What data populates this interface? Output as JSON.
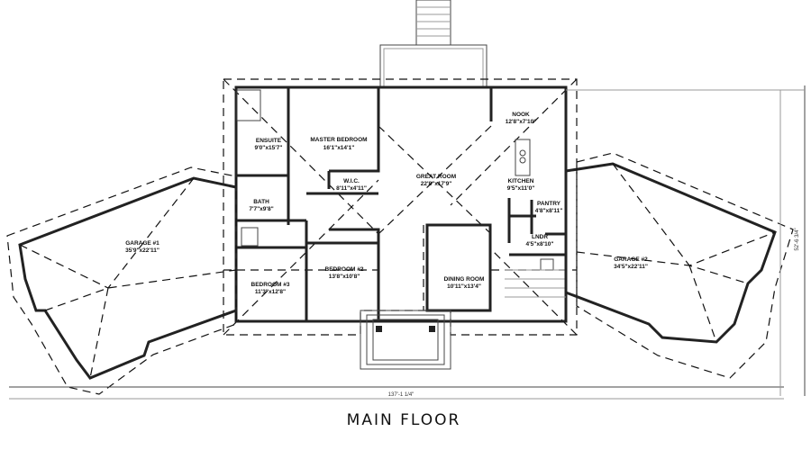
{
  "title": "MAIN FLOOR",
  "dimensions": {
    "overall_width": "137'-1 1/4\"",
    "overall_depth": "52'-6 3/4\""
  },
  "rooms": [
    {
      "name": "ENSUITE",
      "size": "9'0\"x15'7\""
    },
    {
      "name": "MASTER BEDROOM",
      "size": "16'1\"x14'1\""
    },
    {
      "name": "W.I.C.",
      "size": "8'11\"x4'11\""
    },
    {
      "name": "BATH",
      "size": "7'7\"x9'8\""
    },
    {
      "name": "BEDROOM #2",
      "size": "13'8\"x10'8\""
    },
    {
      "name": "BEDROOM #3",
      "size": "11'3\"x12'8\""
    },
    {
      "name": "GREAT ROOM",
      "size": "22'8\"x17'9\""
    },
    {
      "name": "NOOK",
      "size": "12'8\"x7'10\""
    },
    {
      "name": "KITCHEN",
      "size": "9'5\"x11'0\""
    },
    {
      "name": "PANTRY",
      "size": "4'8\"x8'11\""
    },
    {
      "name": "LNDR",
      "size": "4'5\"x8'10\""
    },
    {
      "name": "DINING ROOM",
      "size": "10'11\"x13'4\""
    },
    {
      "name": "GARAGE #1",
      "size": "35'9\"x22'11\""
    },
    {
      "name": "GARAGE #2",
      "size": "34'5\"x22'11\""
    }
  ]
}
